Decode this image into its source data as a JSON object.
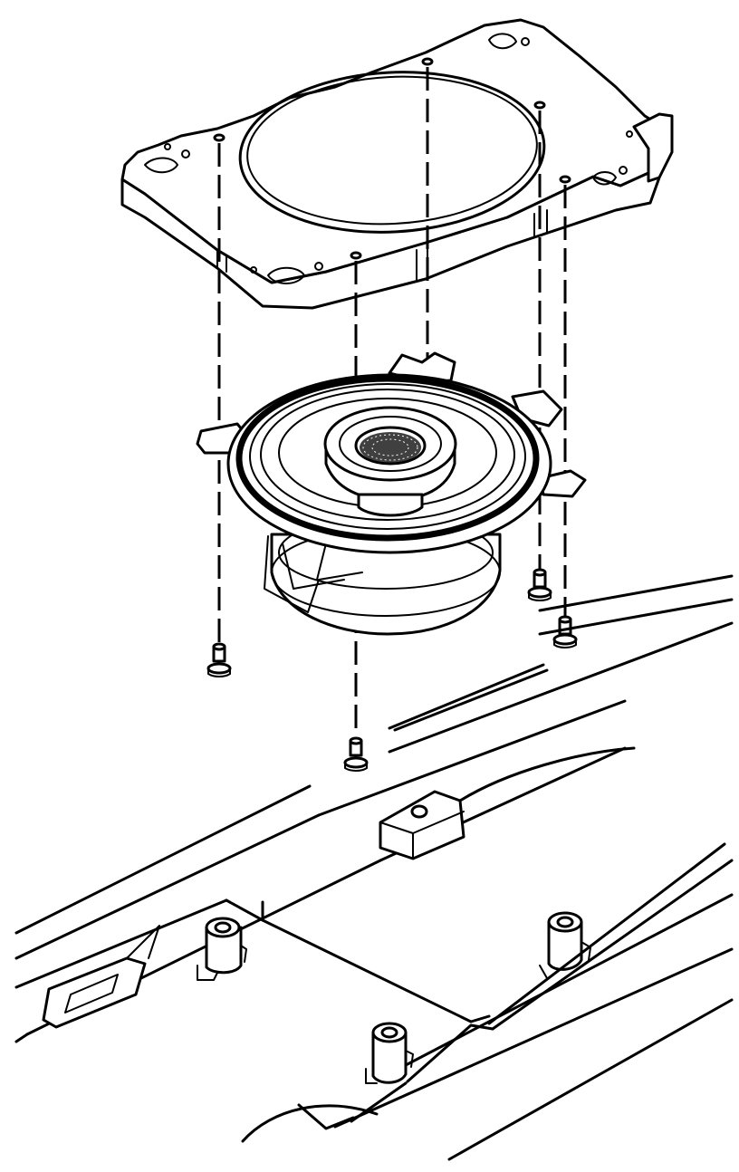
{
  "figure": {
    "description_text": "",
    "parts": {
      "bracket": "speaker-mounting-bracket",
      "speaker": "coaxial-speaker",
      "screws": [
        "screw-1",
        "screw-2",
        "screw-3",
        "screw-4"
      ],
      "panel": "door-trim-panel"
    },
    "colors": {
      "line": "#000000",
      "background": "#ffffff"
    }
  }
}
